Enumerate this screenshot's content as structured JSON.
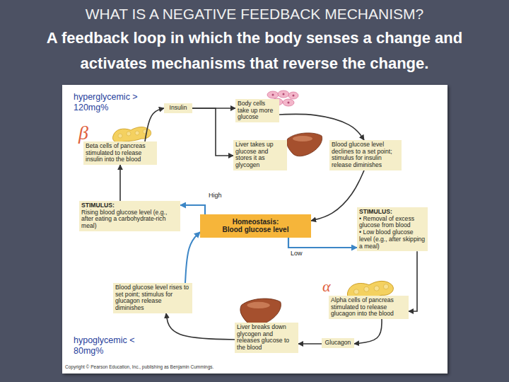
{
  "diagram": {
    "title": "WHAT IS A NEGATIVE FEEDBACK MECHANISM?",
    "nodes": [
      {
        "text": [
          "Insulin"
        ]
      },
      {
        "text": [
          "Body cells take up more glucose"
        ]
      },
      {
        "text": [
          "Beta cells of pancreas stimulated to release insulin into the blood"
        ]
      },
      {
        "text": [
          "Liver takes up glucose and stores it as glycogen"
        ]
      },
      {
        "text": [
          "Blood glucose level declines to a set point; stimulus for insulin release diminishes"
        ]
      },
      {
        "text": [
          "STIMULUS:",
          "Rising blood glucose level (e.g., after eating a carbohydrate-rich meal)"
        ]
      },
      {
        "text": [
          "Homeostasis:",
          "Blood glucose level"
        ]
      },
      {
        "text": [
          "STIMULUS:",
          "• Removal of excess glucose from blood",
          "• Low blood glucose level (e.g., after skipping a meal)"
        ]
      },
      {
        "text": [
          "Blood glucose level rises to set point; stimulus for glucagon release diminishes"
        ]
      },
      {
        "text": [
          "Alpha cells of pancreas stimulated to release glucagon into the blood"
        ]
      },
      {
        "text": [
          "Liver breaks down glycogen and releases glucose to the blood"
        ]
      },
      {
        "text": [
          "Glucagon"
        ]
      }
    ],
    "edges": [
      {
        "from": 6,
        "to": 5,
        "label": "High",
        "arrow": "to"
      },
      {
        "from": 5,
        "to": 2,
        "arrow": "to"
      },
      {
        "from": 2,
        "to": 0,
        "arrow": "to"
      },
      {
        "from": 0,
        "to": 1,
        "arrow": "to"
      },
      {
        "from": 0,
        "to": 3,
        "arrow": "to"
      },
      {
        "from": 1,
        "to": 4,
        "arrow": "to"
      },
      {
        "from": 4,
        "to": 6,
        "arrow": "to"
      },
      {
        "from": 6,
        "to": 7,
        "label": "Low",
        "arrow": "to"
      },
      {
        "from": 7,
        "to": 9,
        "arrow": "to"
      },
      {
        "from": 9,
        "to": 11,
        "arrow": "to"
      },
      {
        "from": 11,
        "to": 10,
        "arrow": "to"
      },
      {
        "from": 10,
        "to": 8,
        "arrow": "to"
      },
      {
        "from": 8,
        "to": 6,
        "arrow": "to"
      }
    ],
    "labels": [
      "A feedback loop in which the body senses a change and activates mechanisms that reverse the change.",
      "hyperglycemic > 120mg%",
      "β",
      "α",
      "hypoglycemic < 80mg%",
      "Copyright © Pearson Education, Inc., publishing as Benjamin Cummings."
    ]
  }
}
